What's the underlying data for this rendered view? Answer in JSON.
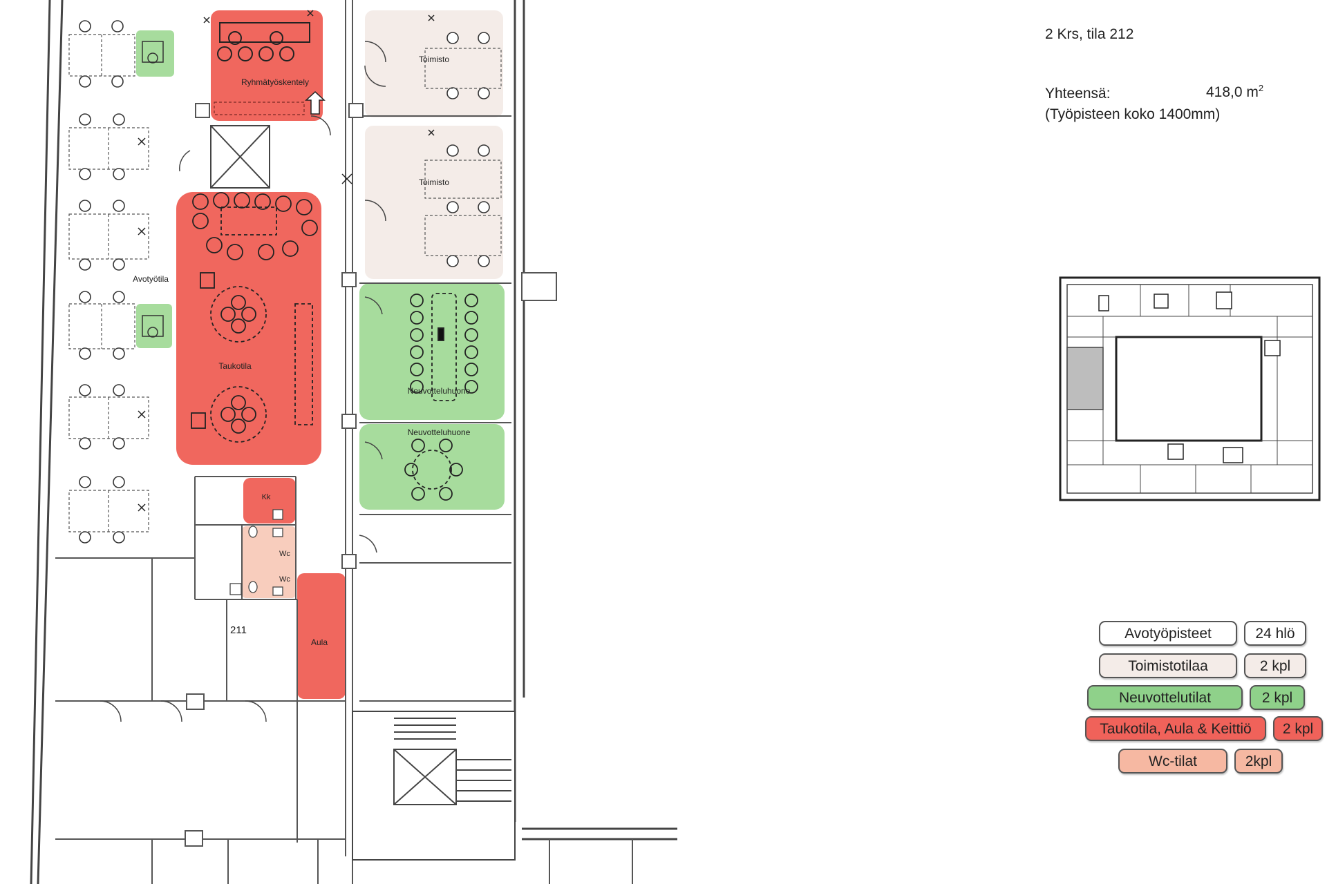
{
  "header": {
    "floor_room": "2 Krs, tila 212",
    "total_label": "Yhteensä:",
    "total_value": "418,0 m",
    "total_unit_sup": "2",
    "workstation_note": "(Työpisteen koko 1400mm)"
  },
  "rooms": {
    "group_work": "Ryhmätyöskentely",
    "office_1": "Toimisto",
    "office_2": "Toimisto",
    "open_work": "Avotyötila",
    "break_room": "Taukotila",
    "meeting_1": "Neuvotteluhuone",
    "meeting_2": "Neuvotteluhuone",
    "kitchen": "Kk",
    "wc_1": "Wc",
    "wc_2": "Wc",
    "room_211": "211",
    "lobby": "Aula"
  },
  "legend": [
    {
      "label": "Avotyöpisteet",
      "count": "24 hlö",
      "color": "#ffffff"
    },
    {
      "label": "Toimistotilaa",
      "count": "2 kpl",
      "color": "#f4ece8"
    },
    {
      "label": "Neuvottelutilat",
      "count": "2 kpl",
      "color": "#8fd18a"
    },
    {
      "label": "Taukotila, Aula & Keittiö",
      "count": "2 kpl",
      "color": "#f0625a"
    },
    {
      "label": "Wc-tilat",
      "count": "2kpl",
      "color": "#f6b8a2"
    }
  ],
  "colors": {
    "red": "#f0675e",
    "green": "#a7dc9d",
    "office": "#f4ece8",
    "wc": "#f8cdbd",
    "wall": "#444444",
    "highlight": "#bdbdbd"
  }
}
